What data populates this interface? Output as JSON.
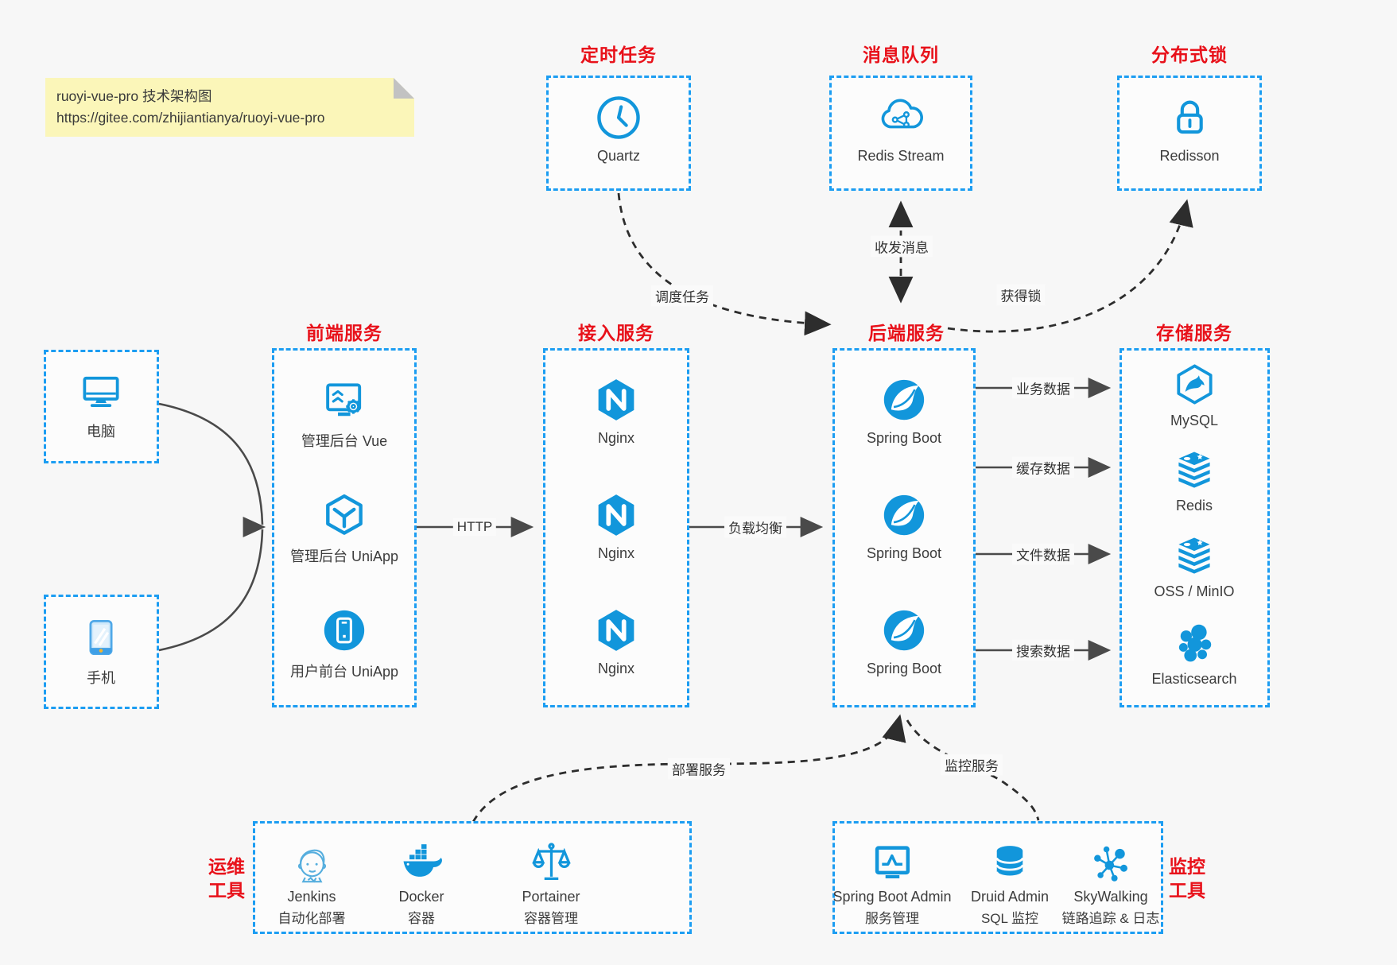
{
  "note": {
    "title": "ruoyi-vue-pro 技术架构图",
    "url": "https://gitee.com/zhijiantianya/ruoyi-vue-pro"
  },
  "colors": {
    "icon_blue": "#1296db",
    "border_blue": "#1c9df2",
    "title_red": "#e8111a",
    "note_yellow": "#fbf6b9"
  },
  "top_groups": [
    {
      "title": "定时任务",
      "item": {
        "icon": "clock-icon",
        "label": "Quartz"
      }
    },
    {
      "title": "消息队列",
      "item": {
        "icon": "cloud-mq-icon",
        "label": "Redis Stream"
      }
    },
    {
      "title": "分布式锁",
      "item": {
        "icon": "lock-icon",
        "label": "Redisson"
      }
    }
  ],
  "clients": [
    {
      "icon": "desktop-icon",
      "label": "电脑"
    },
    {
      "icon": "smartphone-icon",
      "label": "手机"
    }
  ],
  "columns": [
    {
      "title": "前端服务",
      "items": [
        {
          "icon": "admin-vue-icon",
          "label": "管理后台 Vue"
        },
        {
          "icon": "uniapp-icon",
          "label": "管理后台 UniApp"
        },
        {
          "icon": "user-app-icon",
          "label": "用户前台 UniApp"
        }
      ]
    },
    {
      "title": "接入服务",
      "items": [
        {
          "icon": "nginx-icon",
          "label": "Nginx"
        },
        {
          "icon": "nginx-icon",
          "label": "Nginx"
        },
        {
          "icon": "nginx-icon",
          "label": "Nginx"
        }
      ]
    },
    {
      "title": "后端服务",
      "items": [
        {
          "icon": "spring-boot-icon",
          "label": "Spring Boot"
        },
        {
          "icon": "spring-boot-icon",
          "label": "Spring Boot"
        },
        {
          "icon": "spring-boot-icon",
          "label": "Spring Boot"
        }
      ]
    },
    {
      "title": "存储服务",
      "items": [
        {
          "icon": "mysql-icon",
          "label": "MySQL"
        },
        {
          "icon": "redis-icon",
          "label": "Redis"
        },
        {
          "icon": "oss-icon",
          "label": "OSS / MinIO"
        },
        {
          "icon": "elasticsearch-icon",
          "label": "Elasticsearch"
        }
      ]
    }
  ],
  "bottom_groups": [
    {
      "side_label": {
        "line1": "运维",
        "line2": "工具"
      },
      "items": [
        {
          "icon": "jenkins-icon",
          "label": "Jenkins",
          "sublabel": "自动化部署"
        },
        {
          "icon": "docker-icon",
          "label": "Docker",
          "sublabel": "容器"
        },
        {
          "icon": "portainer-icon",
          "label": "Portainer",
          "sublabel": "容器管理"
        }
      ]
    },
    {
      "side_label": {
        "line1": "监控",
        "line2": "工具"
      },
      "items": [
        {
          "icon": "spring-boot-admin-icon",
          "label": "Spring Boot Admin",
          "sublabel": "服务管理"
        },
        {
          "icon": "druid-icon",
          "label": "Druid Admin",
          "sublabel": "SQL 监控"
        },
        {
          "icon": "skywalking-icon",
          "label": "SkyWalking",
          "sublabel": "链路追踪 & 日志"
        }
      ]
    }
  ],
  "edge_labels": {
    "http": "HTTP",
    "load_balance": "负载均衡",
    "business_data": "业务数据",
    "cache_data": "缓存数据",
    "file_data": "文件数据",
    "search_data": "搜索数据",
    "schedule_task": "调度任务",
    "send_receive_msg": "收发消息",
    "acquire_lock": "获得锁",
    "deploy_service": "部署服务",
    "monitor_service": "监控服务"
  }
}
